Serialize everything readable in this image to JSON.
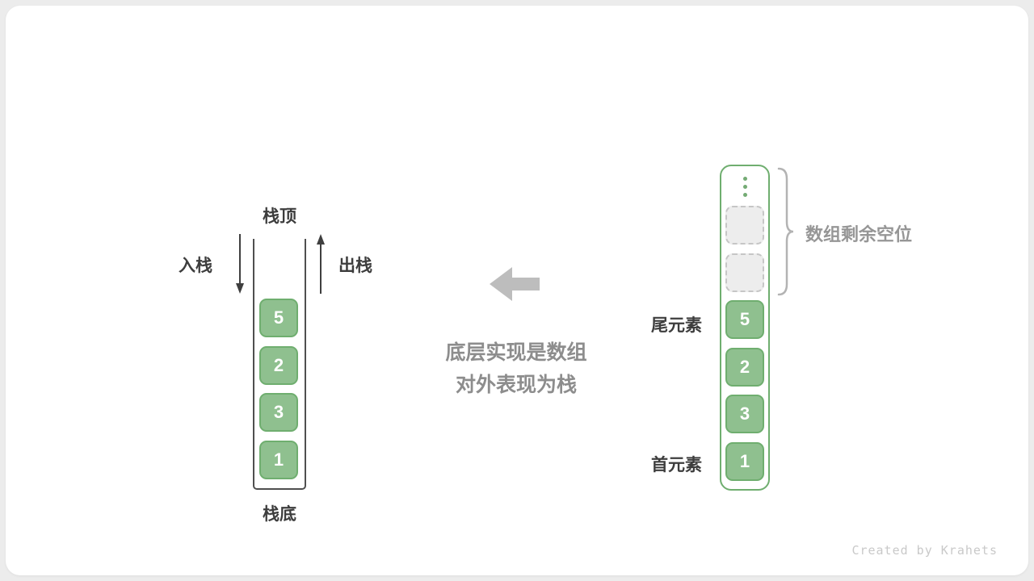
{
  "colors": {
    "background": "#ececec",
    "card": "#ffffff",
    "cell_green": "#8fc08f",
    "cell_green_border": "#6fae6f",
    "dark_text": "#3d3d3d",
    "gray_text": "#969696",
    "arrow_gray": "#bdbdbd"
  },
  "stack": {
    "top_label": "栈顶",
    "bottom_label": "栈底",
    "push_label": "入栈",
    "pop_label": "出栈",
    "values": [
      "5",
      "2",
      "3",
      "1"
    ]
  },
  "center": {
    "line1": "底层实现是数组",
    "line2": "对外表现为栈"
  },
  "array": {
    "values": [
      "5",
      "2",
      "3",
      "1"
    ],
    "empty_slot_count": 2,
    "remaining_label": "数组剩余空位",
    "tail_label": "尾元素",
    "head_label": "首元素"
  },
  "footer": {
    "credit": "Created by Krahets"
  }
}
